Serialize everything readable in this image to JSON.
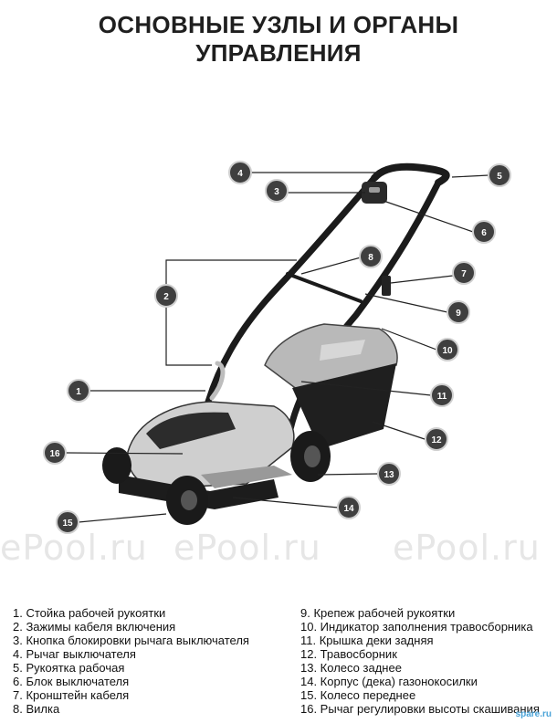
{
  "title_line1": "ОСНОВНЫЕ УЗЛЫ И ОРГАНЫ",
  "title_line2": "УПРАВЛЕНИЯ",
  "watermark": "ePool.ru",
  "corner_logo": "spare.ru",
  "callouts": [
    "1",
    "2",
    "3",
    "4",
    "5",
    "6",
    "7",
    "8",
    "9",
    "10",
    "11",
    "12",
    "13",
    "14",
    "15",
    "16"
  ],
  "legend_left": [
    "1. Стойка рабочей рукоятки",
    "2. Зажимы кабеля включения",
    "3. Кнопка блокировки рычага выключателя",
    "4. Рычаг выключателя",
    "5. Рукоятка рабочая",
    "6. Блок выключателя",
    "7. Кронштейн кабеля",
    "8. Вилка"
  ],
  "legend_right": [
    "9. Крепеж рабочей рукоятки",
    "10. Индикатор заполнения травосборника",
    "11. Крышка деки  задняя",
    "12. Травосборник",
    "13. Колесо заднее",
    "14. Корпус (дека) газонокосилки",
    "15. Колесо переднее",
    "16. Рычаг регулировки высоты скашивания"
  ],
  "colors": {
    "callout_fill": "#3f3f3f",
    "callout_stroke": "#cfcfcf",
    "leader": "#222222"
  }
}
